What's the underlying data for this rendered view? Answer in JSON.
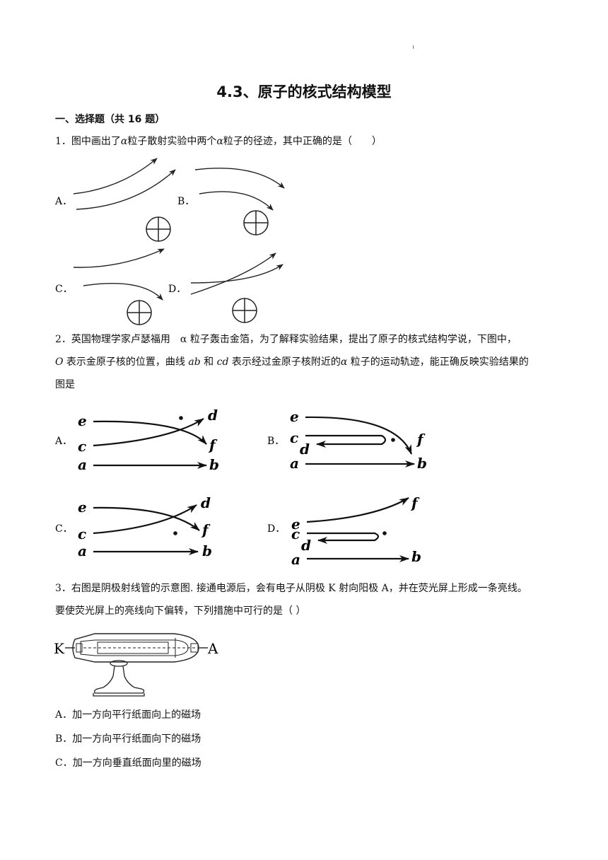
{
  "title": "4.3、原子的核式结构模型",
  "section": "一、选择题（共 16 题）",
  "q1": {
    "number": "1．",
    "text_a": "图中画出了",
    "alpha": "α",
    "text_b": "粒子散射实验中两个",
    "text_c": "粒子的径迹，其中正确的是（　　）",
    "options": [
      "A．",
      "B．",
      "C．",
      "D．"
    ]
  },
  "q2": {
    "number": "2．",
    "line1": "英国物理学家卢瑟福用　α 粒子轰击金箔，为了解释实验结果，提出了原子的核式结构学说，下图中，",
    "o": "O",
    "line2_a": " 表示金原子核的位置，曲线 ",
    "ab": "ab",
    "line2_b": " 和 ",
    "cd": "cd",
    "line2_c": " 表示经过金原子核附近的",
    "alpha": "α",
    "line2_d": " 粒子的运动轨迹，能正确反映实验结果的",
    "line3": "图是",
    "options": [
      "A．",
      "B．",
      "C．",
      "D．"
    ],
    "labels": {
      "a": "a",
      "b": "b",
      "c": "c",
      "d": "d",
      "e": "e",
      "f": "f"
    }
  },
  "q3": {
    "number": "3．",
    "line1": "右图是阴极射线管的示意图. 接通电源后，会有电子从阴极 K 射向阳极 A，并在荧光屏上形成一条亮线。",
    "line2": "要使荧光屏上的亮线向下偏转，下列措施中可行的是（ ）",
    "label_k": "K",
    "label_a": "A",
    "choices": [
      "A．加一方向平行纸面向上的磁场",
      "B．加一方向平行纸面向下的磁场",
      "C．加一方向垂直纸面向里的磁场"
    ]
  }
}
